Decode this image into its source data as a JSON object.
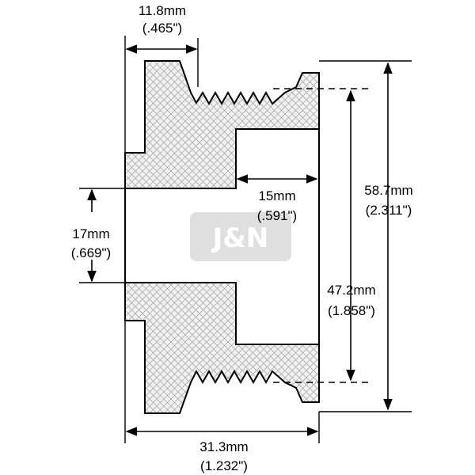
{
  "watermark": {
    "text": "J&N",
    "color": "#d9d9d9"
  },
  "colors": {
    "outline": "#000000",
    "hatch": "#b0b0b0",
    "fill": "#f2f2f2"
  },
  "dimensions": {
    "groove_width": {
      "mm": "11.8mm",
      "inch": "(.465\")"
    },
    "outer_diameter": {
      "mm": "58.7mm",
      "inch": "(2.311\")"
    },
    "inner_bore": {
      "mm": "15mm",
      "inch": "(.591\")"
    },
    "shaft_bore": {
      "mm": "17mm",
      "inch": "(.669\")"
    },
    "groove_diameter": {
      "mm": "47.2mm",
      "inch": "(1.858\")"
    },
    "overall_length": {
      "mm": "31.3mm",
      "inch": "(1.232\")"
    }
  }
}
